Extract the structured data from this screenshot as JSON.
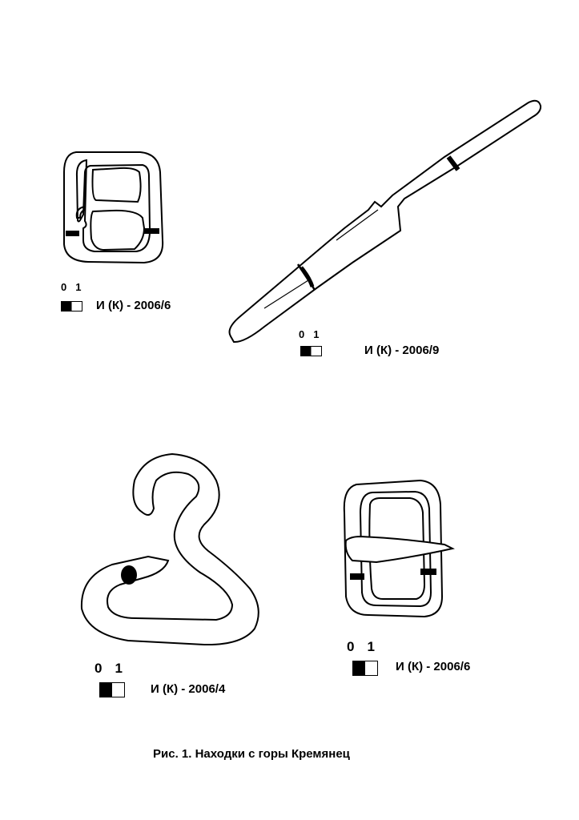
{
  "figures": [
    {
      "id": "buckle-top-left",
      "scale_min": "0",
      "scale_max": "1",
      "label": "И (К) - 2006/6"
    },
    {
      "id": "knife",
      "scale_min": "0",
      "scale_max": "1",
      "label": "И (К) - 2006/9"
    },
    {
      "id": "hook",
      "scale_min": "0",
      "scale_max": "1",
      "label": "И (К) - 2006/4"
    },
    {
      "id": "buckle-bottom-right",
      "scale_min": "0",
      "scale_max": "1",
      "label": "И (К) - 2006/6"
    }
  ],
  "caption": "Рис. 1. Находки с горы Кремянец",
  "colors": {
    "ink": "#000000",
    "paper": "#ffffff"
  }
}
